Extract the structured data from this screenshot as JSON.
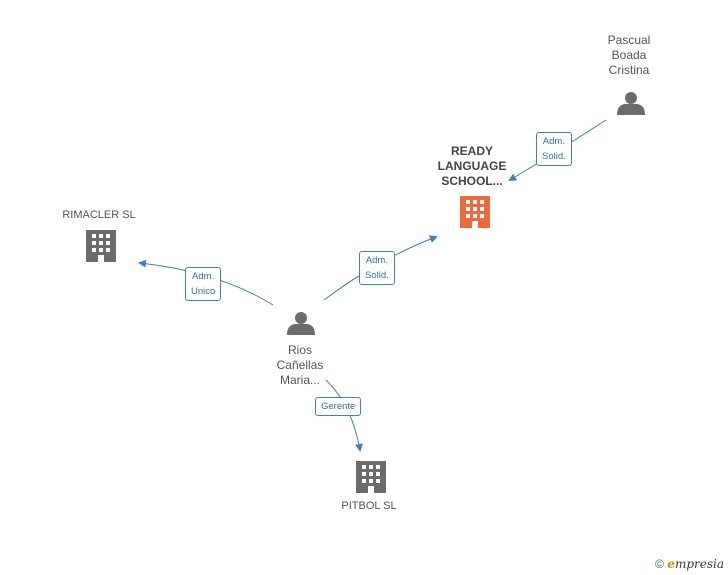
{
  "nodes": {
    "pascual": {
      "name_lines": [
        "Pascual",
        "Boada",
        "Cristina"
      ],
      "kind": "person",
      "color": "#6b6b6b"
    },
    "ready": {
      "name_lines": [
        "READY",
        "LANGUAGE",
        "SCHOOL..."
      ],
      "kind": "company",
      "color": "#ef6a3a"
    },
    "rimacler": {
      "name": "RIMACLER  SL",
      "kind": "company",
      "color": "#6b6b6b"
    },
    "rios": {
      "name_lines": [
        "Rios",
        "Cañellas",
        "Maria..."
      ],
      "kind": "person",
      "color": "#6b6b6b"
    },
    "pitbol": {
      "name": "PITBOL  SL",
      "kind": "company",
      "color": "#6b6b6b"
    }
  },
  "edges": {
    "pascual_ready": [
      "Adm.",
      "Solid."
    ],
    "rios_ready": [
      "Adm.",
      "Solid."
    ],
    "rios_rimacler": [
      "Adm.",
      "Unico"
    ],
    "rios_pitbol": [
      "Gerente"
    ]
  },
  "colors": {
    "edge": "#3f7fc4",
    "node": "#6b6b6b",
    "highlight": "#ef6a3a"
  },
  "footer": {
    "copyright": "©",
    "brand_initial": "e",
    "brand_rest": "mpresia"
  }
}
